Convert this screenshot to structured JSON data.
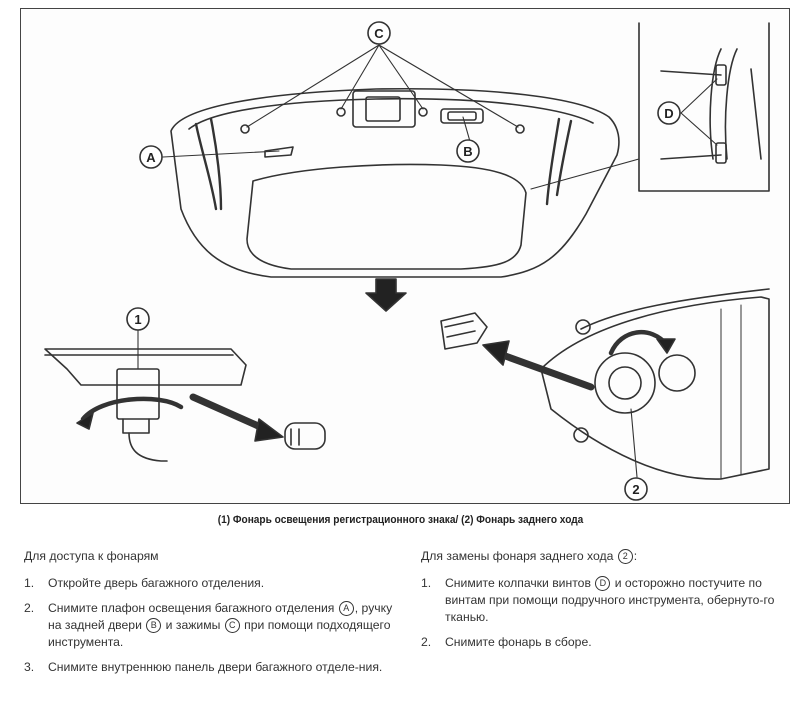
{
  "figure": {
    "callouts": {
      "a": "A",
      "b": "B",
      "c": "C",
      "d": "D",
      "one": "1",
      "two": "2"
    }
  },
  "caption": "(1) Фонарь освещения регистрационного знака/ (2) Фонарь заднего хода",
  "left_column": {
    "heading": "Для доступа к фонарям",
    "steps": [
      {
        "num": "1.",
        "parts": [
          "Откройте дверь багажного отделения."
        ]
      },
      {
        "num": "2.",
        "parts": [
          "Снимите плафон освещения багажного отделения",
          "ручку на задней двери",
          "и зажимы",
          "при помощи подходящего инструмента."
        ]
      },
      {
        "num": "3.",
        "parts": [
          "Снимите внутреннюю панель двери багажного отделе-ния."
        ]
      }
    ]
  },
  "right_column": {
    "heading": "Для замены фонаря заднего хода",
    "heading_suffix": ":",
    "steps": [
      {
        "num": "1.",
        "parts": [
          "Снимите колпачки винтов",
          "и осторожно постучите по винтам при помощи подручного инструмента, обернуто-го тканью."
        ]
      },
      {
        "num": "2.",
        "parts": [
          "Снимите фонарь в сборе."
        ]
      }
    ]
  }
}
